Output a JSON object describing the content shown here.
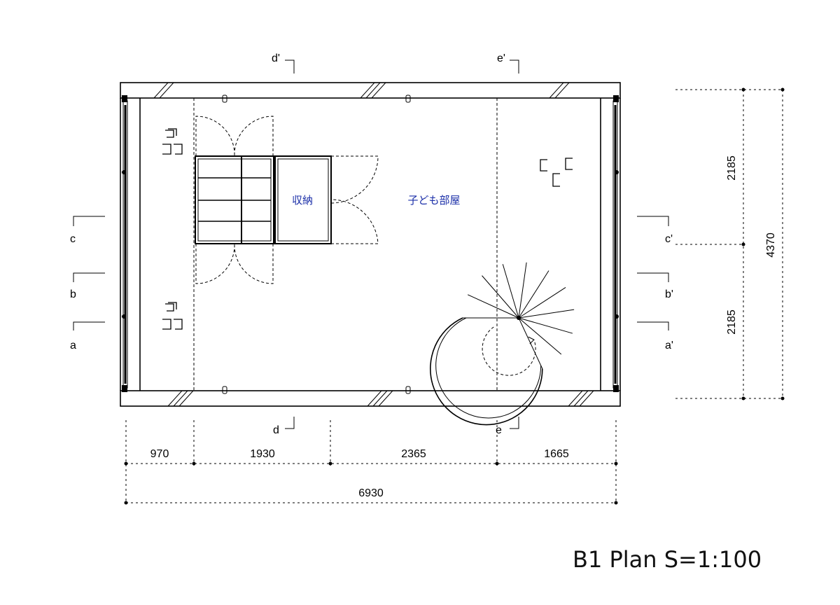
{
  "title": "B1 Plan S=1:100",
  "rooms": {
    "storage": "収納",
    "kids_room": "子ども部屋"
  },
  "section_markers": {
    "a": "a",
    "a_prime": "a'",
    "b": "b",
    "b_prime": "b'",
    "c": "c",
    "c_prime": "c'",
    "d": "d",
    "d_prime": "d'",
    "e": "e",
    "e_prime": "e'"
  },
  "dimensions": {
    "horizontal": [
      "970",
      "1930",
      "2365",
      "1665"
    ],
    "total_width": "6930",
    "vertical": [
      "2185",
      "2185"
    ],
    "total_depth": "4370"
  }
}
